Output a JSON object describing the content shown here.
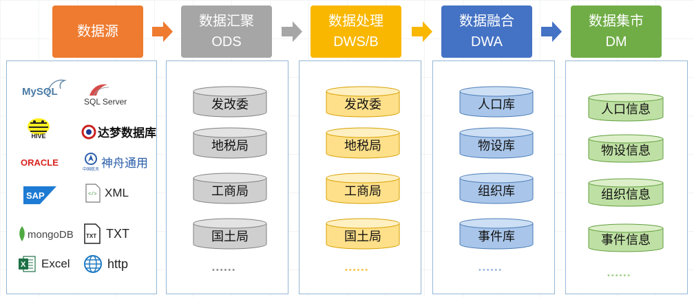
{
  "stages": [
    {
      "title": "数据源",
      "subtitle": "",
      "color": "#ee7b30"
    },
    {
      "title": "数据汇聚",
      "subtitle": "ODS",
      "color": "#a6a6a6"
    },
    {
      "title": "数据处理",
      "subtitle": "DWS/B",
      "color": "#f9b700"
    },
    {
      "title": "数据融合",
      "subtitle": "DWA",
      "color": "#4472c4"
    },
    {
      "title": "数据集市",
      "subtitle": "DM",
      "color": "#70ad47"
    }
  ],
  "arrow_colors": [
    "#ee7b30",
    "#a6a6a6",
    "#f9b700",
    "#4472c4"
  ],
  "sources": {
    "mysql": "MySQL",
    "sqlserver": "SQL Server",
    "hive": "HIVE",
    "dameng": "达梦数据库",
    "oracle": "ORACLE",
    "shenzhou": "神舟通用",
    "shenzhou_sub": "中国航天",
    "sap": "SAP",
    "xml": "XML",
    "mongodb": "mongoDB",
    "txt": "TXT",
    "excel": "Excel",
    "http": "http"
  },
  "ods": {
    "items": [
      "发改委",
      "地税局",
      "工商局",
      "国土局"
    ],
    "dots": "••••••"
  },
  "dws": {
    "items": [
      "发改委",
      "地税局",
      "工商局",
      "国土局"
    ],
    "dots": "••••••"
  },
  "dwa": {
    "items": [
      "人口库",
      "物设库",
      "组织库",
      "事件库"
    ],
    "dots": "••••••"
  },
  "dm": {
    "items": [
      "人口信息",
      "物设信息",
      "组织信息",
      "事件信息"
    ],
    "dots": "••••••"
  }
}
